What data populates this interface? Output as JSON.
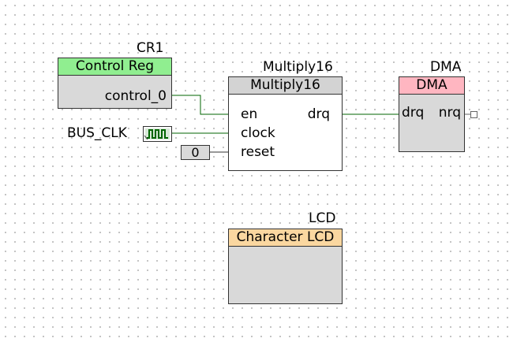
{
  "components": {
    "control_reg": {
      "instance": "CR1",
      "title": "Control Reg",
      "title_color": "#90ee90",
      "outputs": [
        "control_0"
      ]
    },
    "multiply": {
      "instance": "Multiply16",
      "title": "Multiply16",
      "title_color": "#d3d3d3",
      "inputs": [
        "en",
        "clock",
        "reset"
      ],
      "outputs": [
        "drq"
      ]
    },
    "dma": {
      "instance": "DMA",
      "title": "DMA",
      "title_color": "#ffb6c1",
      "inputs": [
        "drq"
      ],
      "outputs": [
        "nrq"
      ]
    },
    "lcd": {
      "instance": "LCD",
      "title": "Character LCD",
      "title_color": "#fad7a0"
    }
  },
  "signals": {
    "bus_clk": "BUS_CLK",
    "reset_const": "0"
  },
  "colors": {
    "wire": "#006400",
    "block_border": "#333333"
  }
}
